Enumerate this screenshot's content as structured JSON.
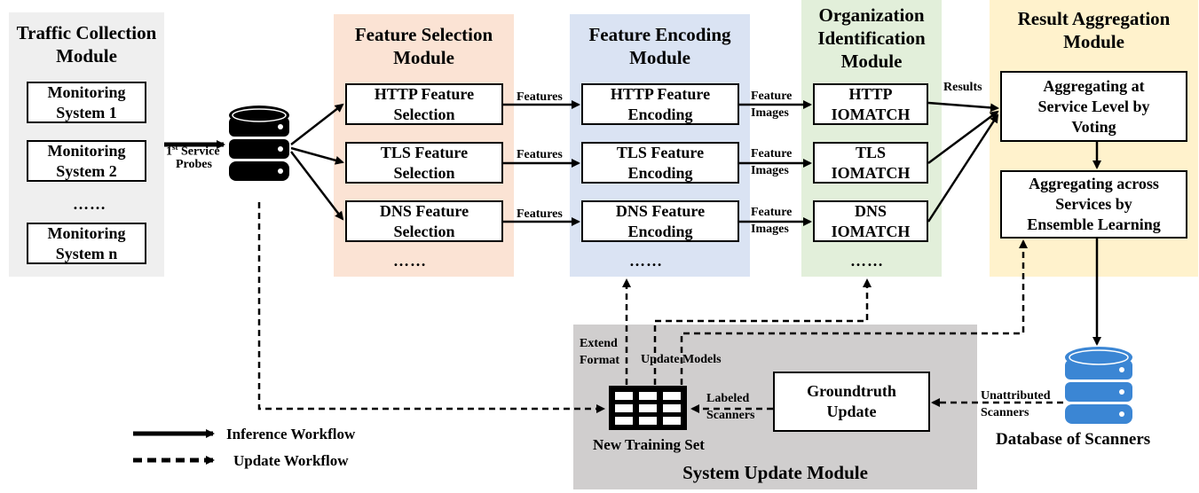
{
  "traffic": {
    "title": "Traffic Collection\nModule",
    "systems": [
      "Monitoring\nSystem 1",
      "Monitoring\nSystem 2",
      "Monitoring\nSystem n"
    ],
    "dots": "……"
  },
  "probe_label_sup": "st",
  "probe_label_first": "1",
  "probe_label_rest": " Service",
  "probes_label": "Probes",
  "selection": {
    "title": "Feature Selection\nModule",
    "boxes": [
      "HTTP Feature\nSelection",
      "TLS Feature\nSelection",
      "DNS Feature\nSelection"
    ],
    "dots": "……"
  },
  "features_label": "Features",
  "encoding": {
    "title": "Feature Encoding\nModule",
    "boxes": [
      "HTTP Feature\nEncoding",
      "TLS Feature\nEncoding",
      "DNS Feature\nEncoding"
    ],
    "dots": "……"
  },
  "feature_images_label": "Feature\nImages",
  "identification": {
    "title": "Organization\nIdentification\nModule",
    "boxes": [
      "HTTP\nIOMATCH",
      "TLS\nIOMATCH",
      "DNS\nIOMATCH"
    ],
    "dots": "……"
  },
  "results_label": "Results",
  "aggregation": {
    "title": "Result Aggregation\nModule",
    "boxes": [
      "Aggregating at\nService Level by\nVoting",
      "Aggregating across\nServices by\nEnsemble Learning"
    ]
  },
  "update": {
    "title": "System Update Module",
    "groundtruth": "Groundtruth\nUpdate",
    "training_set": "New Training Set",
    "extend_format": "Extend\nFormat",
    "update_models": "Update Models",
    "labeled_scanners": "Labeled\nScanners"
  },
  "unattributed_scanners": "Unattributed\nScanners",
  "database_label": "Database of Scanners",
  "legend": {
    "inference": "Inference Workflow",
    "update": "Update Workflow"
  },
  "colors": {
    "traffic_bg": "#efefef",
    "selection_bg": "#fbe3d4",
    "encoding_bg": "#dae3f3",
    "identification_bg": "#e2efda",
    "aggregation_bg": "#fff2cc",
    "update_bg": "#d0cece",
    "db_blue": "#3b86d4"
  }
}
